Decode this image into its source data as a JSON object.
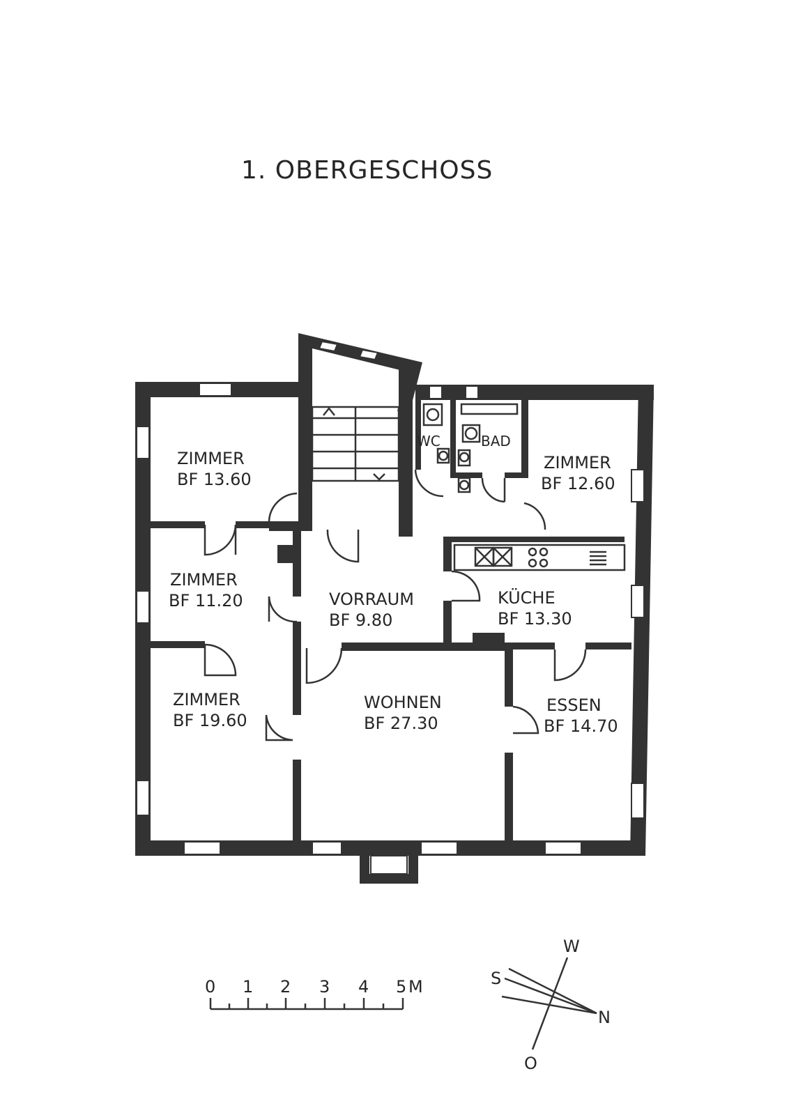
{
  "title": "1. OBERGESCHOSS",
  "rooms": {
    "zimmer_nw": {
      "name": "ZIMMER",
      "area": "BF 13.60"
    },
    "zimmer_w": {
      "name": "ZIMMER",
      "area": "BF 11.20"
    },
    "zimmer_sw": {
      "name": "ZIMMER",
      "area": "BF 19.60"
    },
    "zimmer_ne": {
      "name": "ZIMMER",
      "area": "BF 12.60"
    },
    "vorraum": {
      "name": "VORRAUM",
      "area": "BF 9.80"
    },
    "kueche": {
      "name": "KÜCHE",
      "area": "BF 13.30"
    },
    "wohnen": {
      "name": "WOHNEN",
      "area": "BF 27.30"
    },
    "essen": {
      "name": "ESSEN",
      "area": "BF 14.70"
    },
    "wc": {
      "name": "WC"
    },
    "bad": {
      "name": "BAD"
    }
  },
  "scale_bar": {
    "ticks": [
      "0",
      "1",
      "2",
      "3",
      "4",
      "5"
    ],
    "unit": "M"
  },
  "compass": {
    "north": "N",
    "south": "S",
    "west": "W",
    "east": "O"
  }
}
